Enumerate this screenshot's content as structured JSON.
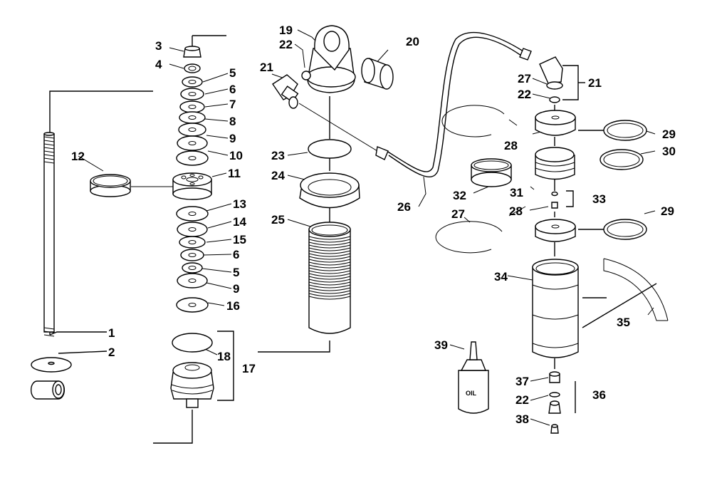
{
  "diagram": {
    "callouts": [
      "1",
      "2",
      "3",
      "4",
      "5",
      "6",
      "7",
      "8",
      "9",
      "10",
      "11",
      "12",
      "13",
      "14",
      "15",
      "6",
      "5",
      "9",
      "16",
      "17",
      "18",
      "19",
      "20",
      "21",
      "22",
      "21",
      "22",
      "23",
      "24",
      "25",
      "26",
      "27",
      "22",
      "28",
      "29",
      "30",
      "31",
      "32",
      "33",
      "28",
      "27",
      "29",
      "34",
      "35",
      "36",
      "37",
      "22",
      "38",
      "39"
    ],
    "oil_label": "OIL"
  }
}
